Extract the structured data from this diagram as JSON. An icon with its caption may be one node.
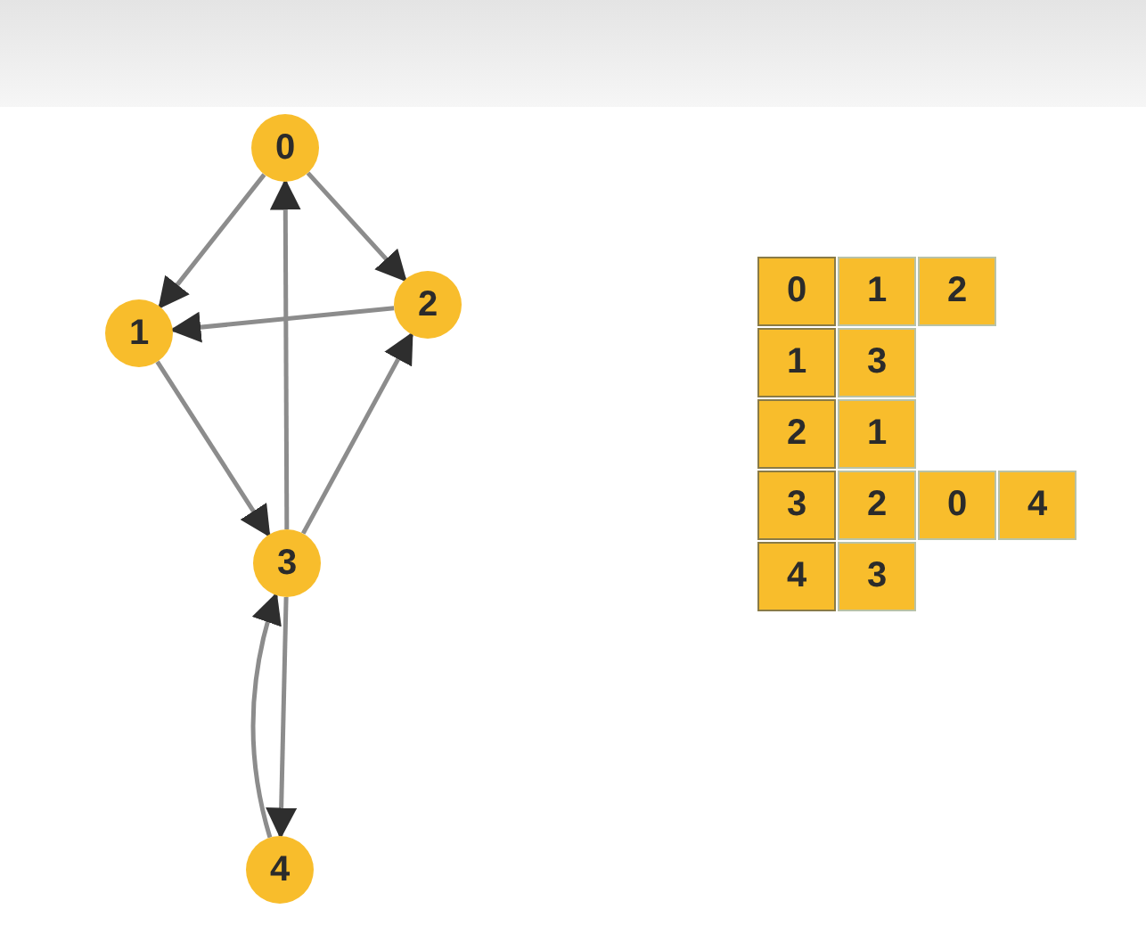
{
  "diagram": {
    "nodes": [
      {
        "text": [
          "0"
        ]
      },
      {
        "text": [
          "1"
        ]
      },
      {
        "text": [
          "2"
        ]
      },
      {
        "text": [
          "3"
        ]
      },
      {
        "text": [
          "4"
        ]
      }
    ],
    "edges": [
      {
        "from": 0,
        "to": 1,
        "arrow": "to"
      },
      {
        "from": 0,
        "to": 2,
        "arrow": "to"
      },
      {
        "from": 2,
        "to": 1,
        "arrow": "to"
      },
      {
        "from": 1,
        "to": 3,
        "arrow": "to"
      },
      {
        "from": 3,
        "to": 0,
        "arrow": "to"
      },
      {
        "from": 3,
        "to": 2,
        "arrow": "to"
      },
      {
        "from": 3,
        "to": 4,
        "arrow": "to"
      },
      {
        "from": 4,
        "to": 3,
        "arrow": "to"
      }
    ],
    "labels": [
      "0",
      "1",
      "2",
      "1",
      "3",
      "2",
      "1",
      "3",
      "2",
      "0",
      "4",
      "4",
      "3"
    ]
  }
}
